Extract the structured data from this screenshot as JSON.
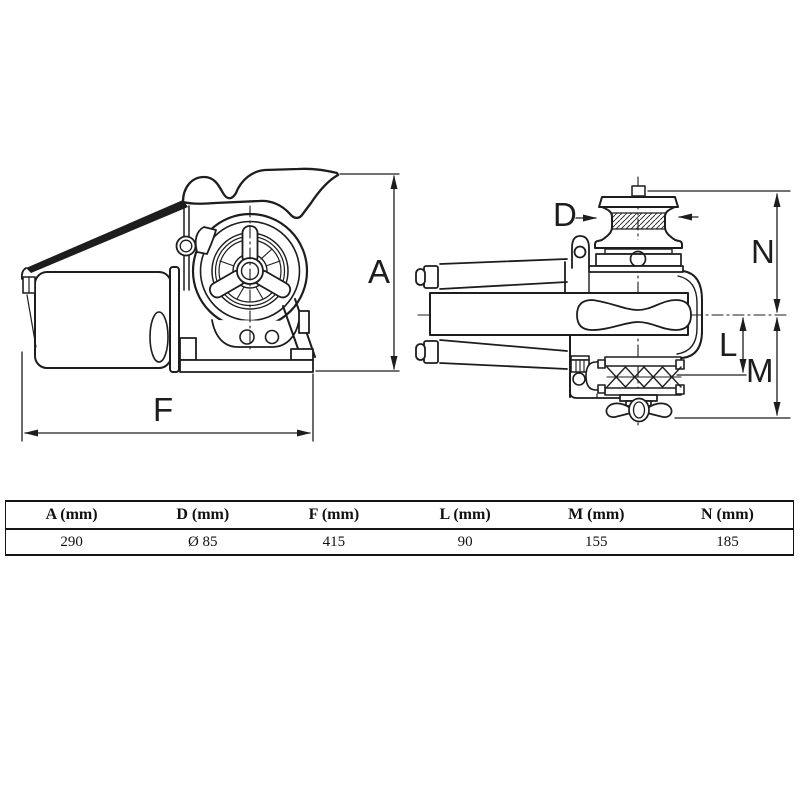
{
  "page": {
    "background": "#ffffff",
    "line_color": "#1d1d1d"
  },
  "diagram": {
    "side_view": {
      "labels": {
        "A": "A",
        "F": "F"
      }
    },
    "front_view": {
      "labels": {
        "D": "D",
        "N": "N",
        "L": "L",
        "M": "M"
      }
    }
  },
  "table": {
    "headers": [
      "A (mm)",
      "D (mm)",
      "F (mm)",
      "L (mm)",
      "M (mm)",
      "N (mm)"
    ],
    "values": [
      "290",
      "Ø 85",
      "415",
      "90",
      "155",
      "185"
    ]
  }
}
